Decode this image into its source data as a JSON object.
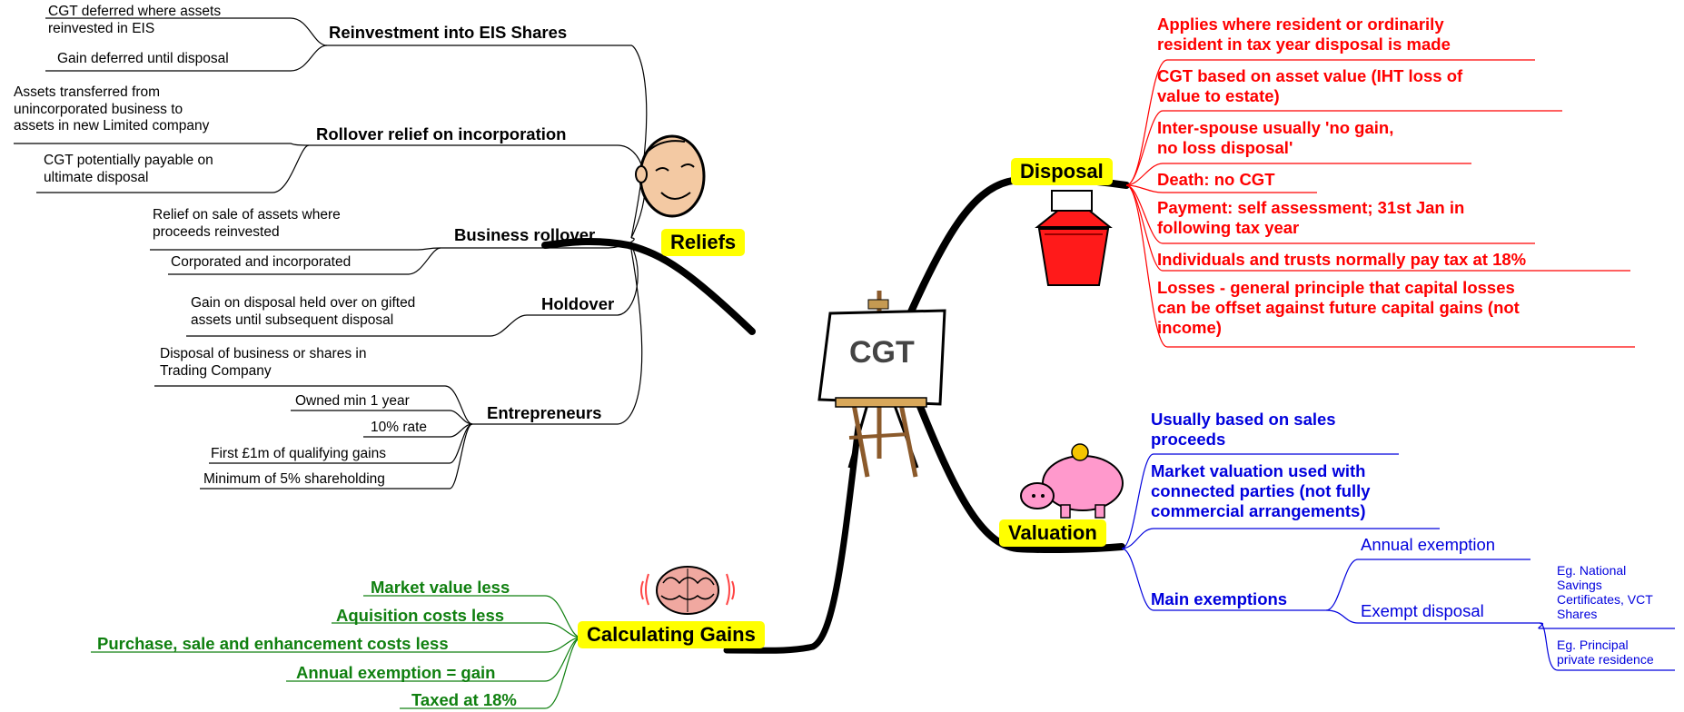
{
  "center": {
    "label": "CGT"
  },
  "reliefs": {
    "title": "Reliefs",
    "eis": {
      "title": "Reinvestment into EIS Shares",
      "items": [
        "CGT deferred where assets\nreinvested in EIS",
        "Gain deferred until disposal"
      ]
    },
    "rollover": {
      "title": "Rollover relief on incorporation",
      "items": [
        "Assets transferred from\nunincorporated business to\nassets in new Limited company",
        "CGT potentially payable on\nultimate disposal"
      ]
    },
    "business": {
      "title": "Business rollover",
      "items": [
        "Relief on sale of assets where\nproceeds reinvested",
        "Corporated and incorporated"
      ]
    },
    "holdover": {
      "title": "Holdover",
      "items": [
        "Gain on disposal held over on gifted\nassets until subsequent disposal"
      ]
    },
    "entrepreneurs": {
      "title": "Entrepreneurs",
      "items": [
        "Disposal of business or shares in\nTrading Company",
        "Owned min 1 year",
        "10% rate",
        "First £1m of qualifying gains",
        "Minimum of 5% shareholding"
      ]
    }
  },
  "disposal": {
    "title": "Disposal",
    "items": [
      "Applies where resident or ordinarily\nresident in tax year disposal is made",
      "CGT based on asset value (IHT loss of\nvalue to estate)",
      "Inter-spouse usually 'no gain,\nno loss disposal'",
      "Death: no CGT",
      "Payment: self assessment; 31st Jan in\nfollowing tax year",
      "Individuals and trusts normally pay tax at 18%",
      "Losses - general principle that capital losses\ncan be offset against future capital gains (not\nincome)"
    ]
  },
  "valuation": {
    "title": "Valuation",
    "items": [
      "Usually based on sales\nproceeds",
      "Market valuation used with\nconnected parties (not fully\ncommercial arrangements)"
    ],
    "exemptions": {
      "title": "Main exemptions",
      "annual": "Annual exemption",
      "exempt_disposal": "Exempt disposal",
      "examples": [
        "Eg. National\nSavings\nCertificates, VCT\nShares",
        "Eg. Principal\nprivate residence"
      ]
    }
  },
  "calculating": {
    "title": "Calculating Gains",
    "items": [
      "Market value less",
      "Aquisition costs less",
      "Purchase, sale and enhancement costs less",
      "Annual exemption = gain",
      "Taxed at 18%"
    ]
  },
  "colors": {
    "highlight": "#ffff00",
    "disposal": "#ff0000",
    "valuation": "#0000dd",
    "calculating": "#108010",
    "reliefs": "#000000"
  },
  "icons": [
    "smiling-face-icon",
    "red-bin-icon",
    "piggy-bank-icon",
    "brain-icon",
    "easel-icon"
  ]
}
